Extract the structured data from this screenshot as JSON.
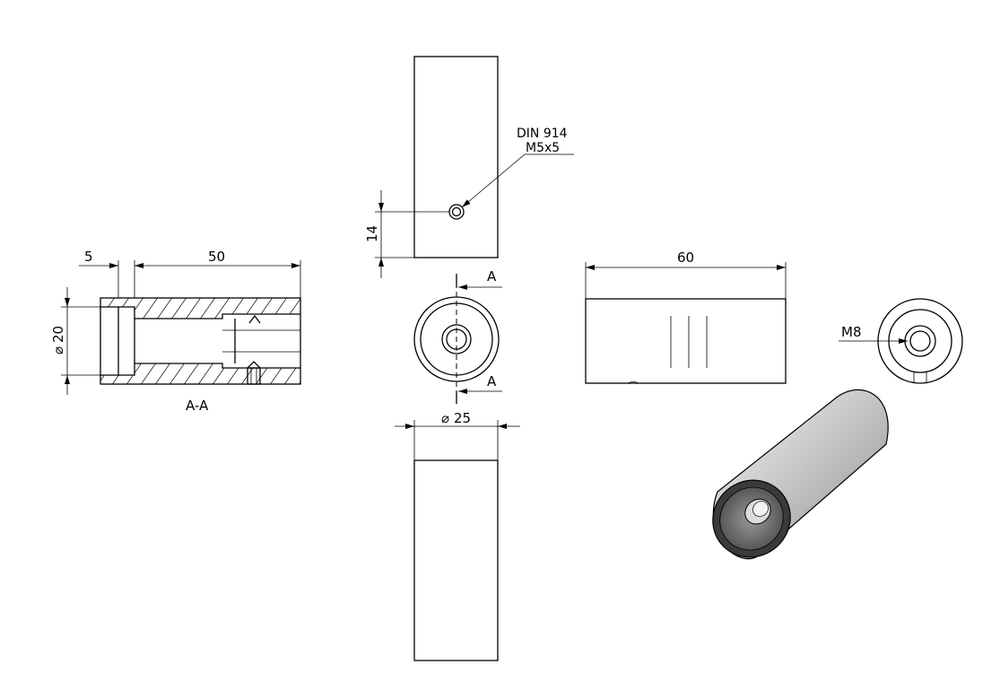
{
  "section_view": {
    "label": "A-A",
    "dim_flange": "5",
    "dim_body": "50",
    "dim_bore": "20",
    "diameter_symbol": "⌀"
  },
  "top_view": {
    "dim_screw_height": "14",
    "callout_line1": "DIN 914",
    "callout_line2": "M5x5"
  },
  "front_view": {
    "section_marker_top": "A",
    "section_marker_bottom": "A"
  },
  "bottom_view": {
    "dim_diameter": "25",
    "diameter_symbol": "⌀"
  },
  "side_view": {
    "dim_length": "60"
  },
  "end_view": {
    "thread_label": "M8"
  },
  "iso_view": {
    "body_color": "#c9c9c9",
    "shadow_color": "#555555"
  }
}
